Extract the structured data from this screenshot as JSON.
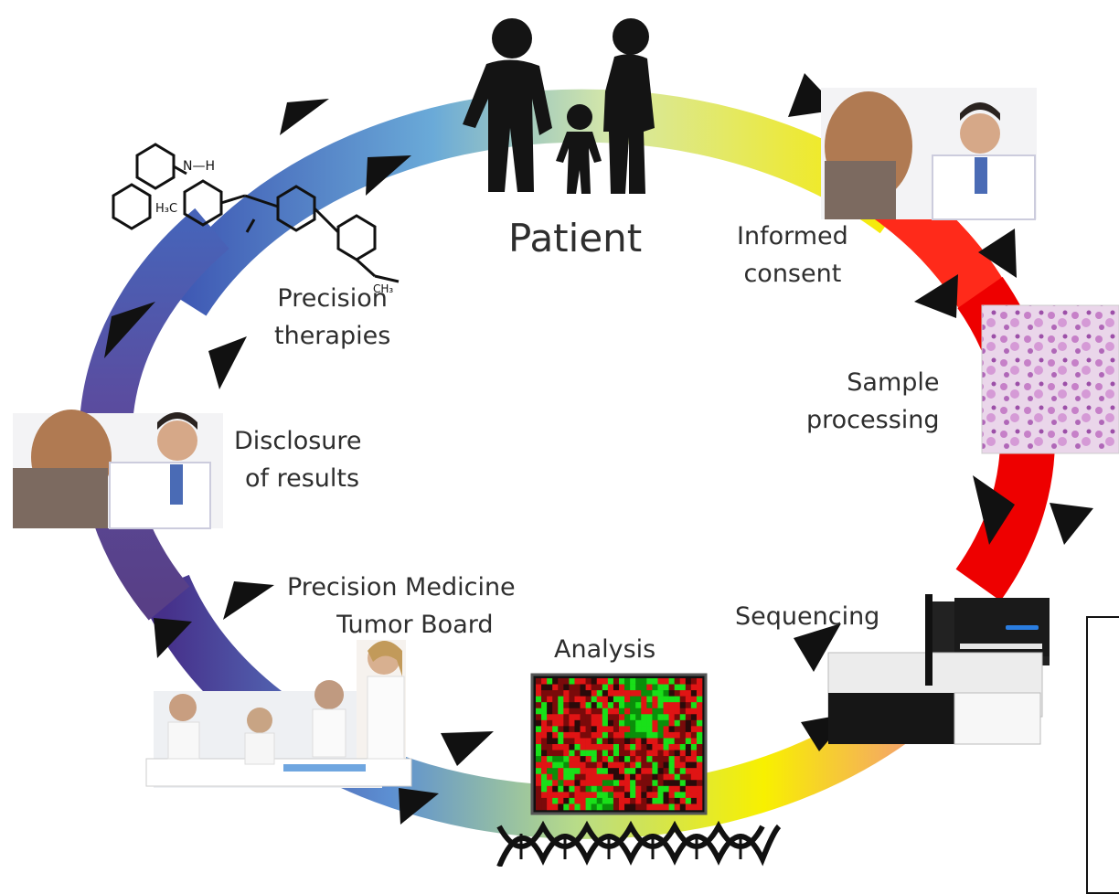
{
  "diagram": {
    "labels": {
      "patient": "Patient",
      "informed_consent": [
        "Informed",
        "consent"
      ],
      "sample_processing": [
        "Sample",
        "processing"
      ],
      "sequencing": "Sequencing",
      "analysis": "Analysis",
      "tumor_board": [
        "Precision Medicine",
        "Tumor Board"
      ],
      "disclosure": [
        "Disclosure",
        "of results"
      ],
      "precision_therapies": [
        "Precision",
        "therapies"
      ]
    },
    "molecule_labels": {
      "h3c": "H₃C",
      "nh": "N—H",
      "ch3": "CH₃"
    },
    "ring_colors": {
      "top_left": "#5aa0d8",
      "top": "#c8e6a0",
      "top_right": "#f6e400",
      "right_top": "#ff2a1a",
      "right": "#ee0000",
      "bottom_right": "#f6ea10",
      "bottom": "#d8e070",
      "bottom_left": "#5f82c8",
      "left": "#58498e",
      "left_upper": "#6a5aa8"
    },
    "icons": [
      "family-silhouette-icon",
      "doctor-consultation-photo",
      "tissue-histology-photo",
      "sequencer-machine-photo",
      "heatmap-icon",
      "dna-helix-icon",
      "tumor-board-meeting-photo",
      "molecule-structure-icon",
      "cycle-arrow-icon"
    ]
  }
}
